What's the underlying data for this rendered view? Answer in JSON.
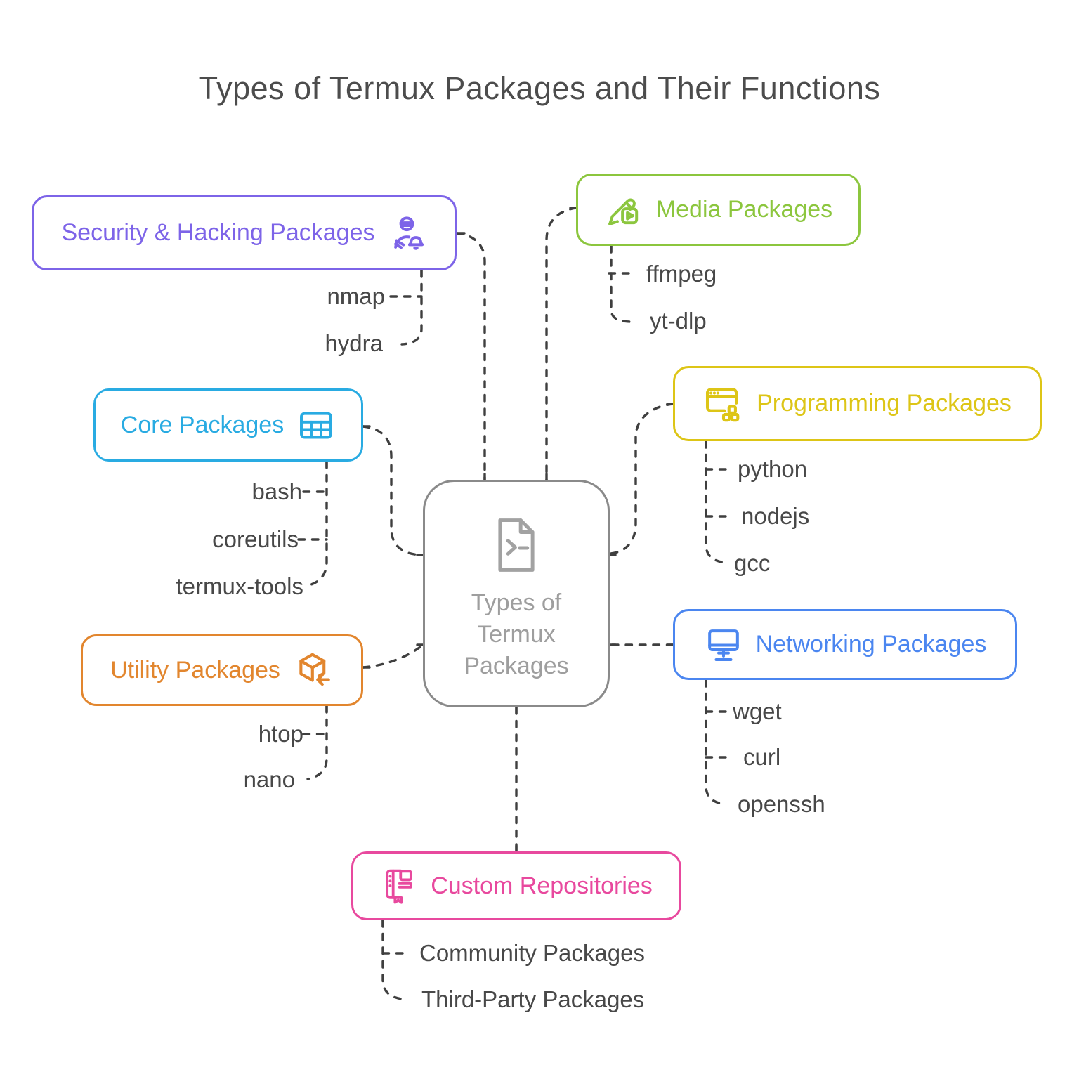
{
  "title": "Types of Termux Packages and Their Functions",
  "central": {
    "label": "Types of Termux Packages",
    "icon": "terminal-document-icon",
    "border_color": "#8a8a8a",
    "text_color": "#9e9e9e"
  },
  "style": {
    "connector_color": "#3f3f3f",
    "item_text_color": "#484848",
    "background": "#ffffff"
  },
  "categories": [
    {
      "label": "Security & Hacking Packages",
      "color": "#7d64e8",
      "icon": "spy-icon",
      "items": [
        "nmap",
        "hydra"
      ]
    },
    {
      "label": "Media Packages",
      "color": "#8cc63e",
      "icon": "pencil-media-icon",
      "items": [
        "ffmpeg",
        "yt-dlp"
      ]
    },
    {
      "label": "Core Packages",
      "color": "#29abe2",
      "icon": "table-icon",
      "items": [
        "bash",
        "coreutils",
        "termux-tools"
      ]
    },
    {
      "label": "Programming Packages",
      "color": "#ddc516",
      "icon": "window-modules-icon",
      "items": [
        "python",
        "nodejs",
        "gcc"
      ]
    },
    {
      "label": "Utility Packages",
      "color": "#e2862e",
      "icon": "package-import-icon",
      "items": [
        "htop",
        "nano"
      ]
    },
    {
      "label": "Networking Packages",
      "color": "#4b86f0",
      "icon": "monitor-icon",
      "items": [
        "wget",
        "curl",
        "openssh"
      ]
    },
    {
      "label": "Custom Repositories",
      "color": "#e8499e",
      "icon": "repository-book-icon",
      "items": [
        "Community Packages",
        "Third-Party Packages"
      ]
    }
  ]
}
